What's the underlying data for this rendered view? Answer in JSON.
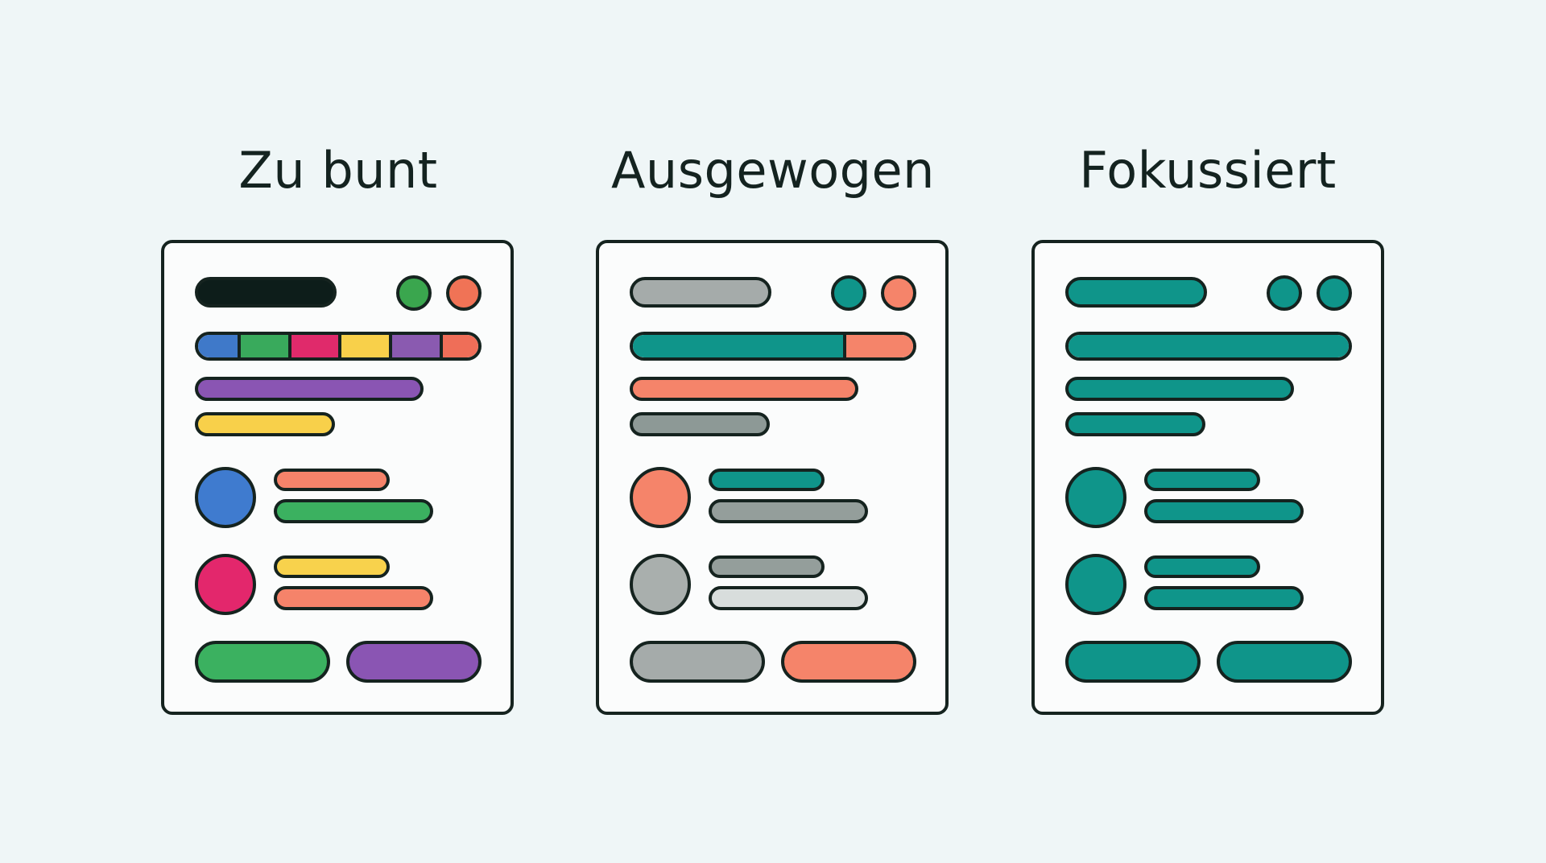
{
  "panels": [
    {
      "title": "Zu bunt",
      "colors": {
        "header_bar": "#0d1d1a",
        "dot1": "#3aa64e",
        "dot2": "#f07356",
        "segments": [
          "#3f79c9",
          "#39aa5c",
          "#e02a6b",
          "#f8d04a",
          "#8a5ab0",
          "#ef6e58"
        ],
        "line2": "#8a55b3",
        "line3": "#f8d04a",
        "avatar1": "#3f7bcf",
        "r1a": "#f5836a",
        "r1b": "#3bb160",
        "avatar2": "#e3276c",
        "r2a": "#f8d24c",
        "r2b": "#f5836a",
        "button1": "#3bb160",
        "button2": "#8a55b3"
      }
    },
    {
      "title": "Ausgewogen",
      "colors": {
        "header_bar": "#a5abaa",
        "dot1": "#0f958a",
        "dot2": "#f5846a",
        "segments": [
          "#0f958a",
          "#f5846a"
        ],
        "line2": "#f5846a",
        "line3": "#8d9996",
        "avatar1": "#f5846a",
        "r1a": "#0f958a",
        "r1b": "#949e9b",
        "avatar2": "#a9afad",
        "r2a": "#949e9b",
        "r2b": "#d8dddc",
        "button1": "#a5abaa",
        "button2": "#f5846a"
      }
    },
    {
      "title": "Fokussiert",
      "colors": {
        "header_bar": "#0f958a",
        "dot1": "#0f958a",
        "dot2": "#0f958a",
        "segments": [
          "#0f958a"
        ],
        "line2": "#0f958a",
        "line3": "#0f958a",
        "avatar1": "#0f958a",
        "r1a": "#0f958a",
        "r1b": "#0f958a",
        "avatar2": "#0f958a",
        "r2a": "#0f958a",
        "r2b": "#0f958a",
        "button1": "#0f958a",
        "button2": "#0f958a"
      }
    }
  ]
}
